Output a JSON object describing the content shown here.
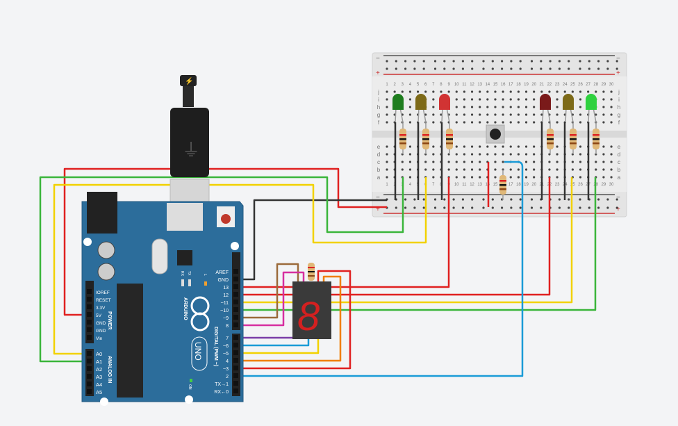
{
  "breadboard": {
    "rows_top": [
      "j",
      "i",
      "h",
      "g",
      "f"
    ],
    "rows_bottom": [
      "e",
      "d",
      "c",
      "b",
      "a"
    ],
    "columns": [
      "1",
      "2",
      "3",
      "4",
      "5",
      "6",
      "7",
      "8",
      "9",
      "10",
      "11",
      "12",
      "13",
      "14",
      "15",
      "16",
      "17",
      "18",
      "19",
      "20",
      "21",
      "22",
      "23",
      "24",
      "25",
      "26",
      "27",
      "28",
      "29",
      "30"
    ],
    "rail_minus": "−",
    "rail_plus": "+"
  },
  "arduino": {
    "brand": "ARDUINO",
    "model": "UNO",
    "power_label": "POWER",
    "analog_label": "ANALOG IN",
    "digital_label": "DIGITAL (PWM ~)",
    "on_label": "ON",
    "tx_label": "TX",
    "rx_label": "RX",
    "l_label": "L",
    "power_pins": [
      "IOREF",
      "RESET",
      "3.3V",
      "5V",
      "GND",
      "GND",
      "Vin"
    ],
    "analog_pins": [
      "A0",
      "A1",
      "A2",
      "A3",
      "A4",
      "A5"
    ],
    "digital_pins_high": [
      "AREF",
      "GND",
      "13",
      "12",
      "~11",
      "~10",
      "~9",
      "8"
    ],
    "digital_pins_low": [
      "7",
      "~6",
      "~5",
      "4",
      "~3",
      "2",
      "TX→1",
      "RX←0"
    ]
  },
  "leds": [
    {
      "color": "#1e7d1e"
    },
    {
      "color": "#7d6a18"
    },
    {
      "color": "#d13333"
    },
    {
      "color": "#7a1a1a"
    },
    {
      "color": "#7d6a18"
    },
    {
      "color": "#2fd13f"
    }
  ],
  "wire_colors": {
    "red": "#e02020",
    "black": "#333333",
    "green": "#3ab53a",
    "yellow": "#f2d100",
    "blue": "#1a9bd7",
    "brown": "#9b6a3a",
    "magenta": "#d62fa0",
    "purple": "#7b3ea8",
    "orange": "#f07f00"
  },
  "usb_icon": "usb-icon",
  "seven_segment_digit": "8"
}
